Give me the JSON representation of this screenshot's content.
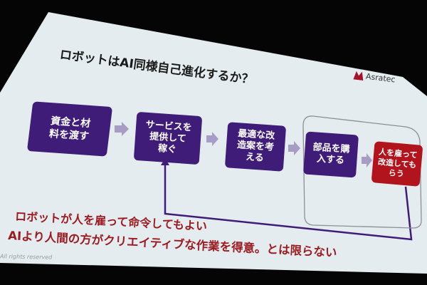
{
  "slide": {
    "title": "ロボットはAI同様自己進化するか？",
    "logo": {
      "icon": "asratec-logo-icon",
      "text": "Asratec",
      "color": "#a3142a"
    },
    "flow": {
      "steps": [
        {
          "label": "資金と材料を渡す",
          "lines": [
            "資金と材",
            "料を渡す"
          ],
          "color": "#3f1c78"
        },
        {
          "label": "サービスを提供して稼ぐ",
          "lines": [
            "サービスを",
            "提供して",
            "稼ぐ"
          ],
          "color": "#3f1c78"
        },
        {
          "label": "最適な改造案を考える",
          "lines": [
            "最適な改",
            "造案を考",
            "える"
          ],
          "color": "#3f1c78"
        },
        {
          "label": "部品を購入する",
          "lines": [
            "部品を購",
            "入する"
          ],
          "color": "#3f1c78"
        },
        {
          "label": "人を雇って改造してもらう",
          "lines": [
            "人を雇って",
            "改造しても",
            "らう"
          ],
          "color": "#b1141c"
        }
      ],
      "arrow_icon": "right-arrow-icon",
      "arrow_color": "#a79cc4",
      "loop_line_color": "#3f1c78"
    },
    "notes": [
      "ロボットが人を雇って命令してもよい",
      "AIより人間の方がクリエイティブな作業を得意。とは限らない"
    ],
    "note_color": "#9a1c22",
    "footer": "All rights reserved"
  }
}
